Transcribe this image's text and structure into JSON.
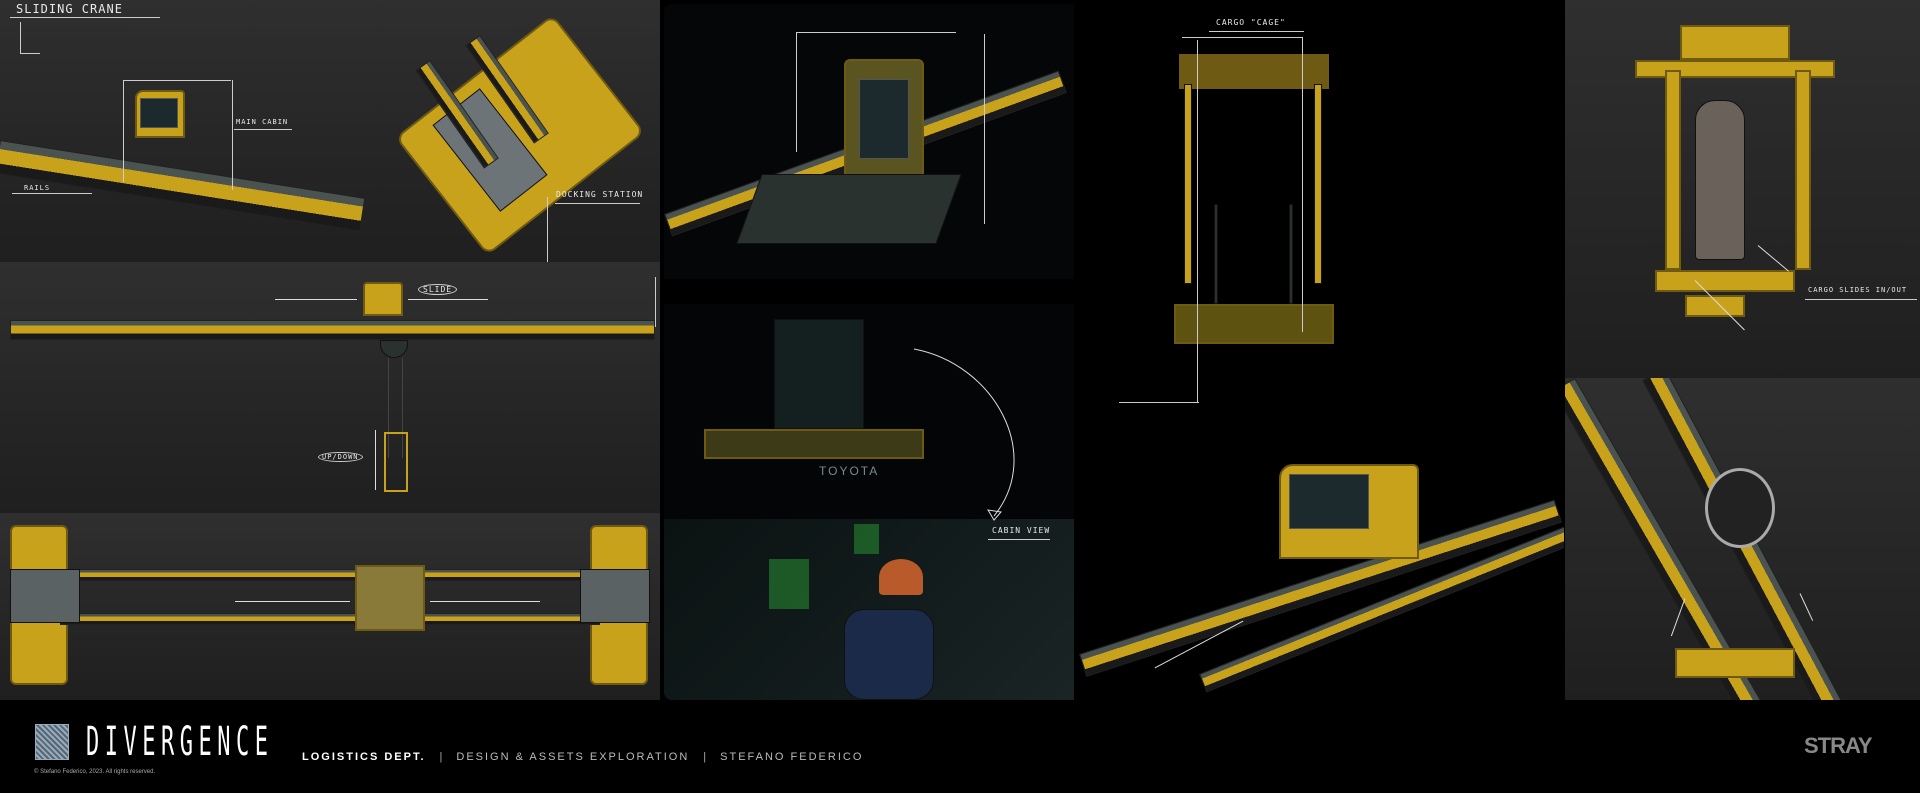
{
  "labels": {
    "title": "SLIDING CRANE",
    "main_cabin": "MAIN CABIN",
    "rails": "RAILS",
    "docking_station": "DOCKING STATION",
    "slide": "SLIDE",
    "up_down": "UP/DOWN",
    "cabin_view": "CABIN VIEW",
    "cargo_cage": "CARGO \"CAGE\"",
    "cargo_slides": "CARGO SLIDES IN/OUT",
    "toyota": "TOYOTA"
  },
  "footer": {
    "logo_text": "DIVERGENCE",
    "copyright": "© Stefano Federico, 2023. All rights reserved.",
    "department": "LOGISTICS DEPT.",
    "separator": "|",
    "subtitle": "DESIGN & ASSETS EXPLORATION",
    "author": "STEFANO FEDERICO",
    "brand": "STRAY"
  },
  "colors": {
    "accent_yellow": "#c9a21c",
    "background": "#000000",
    "panel_grey": "#2a2a2a"
  }
}
